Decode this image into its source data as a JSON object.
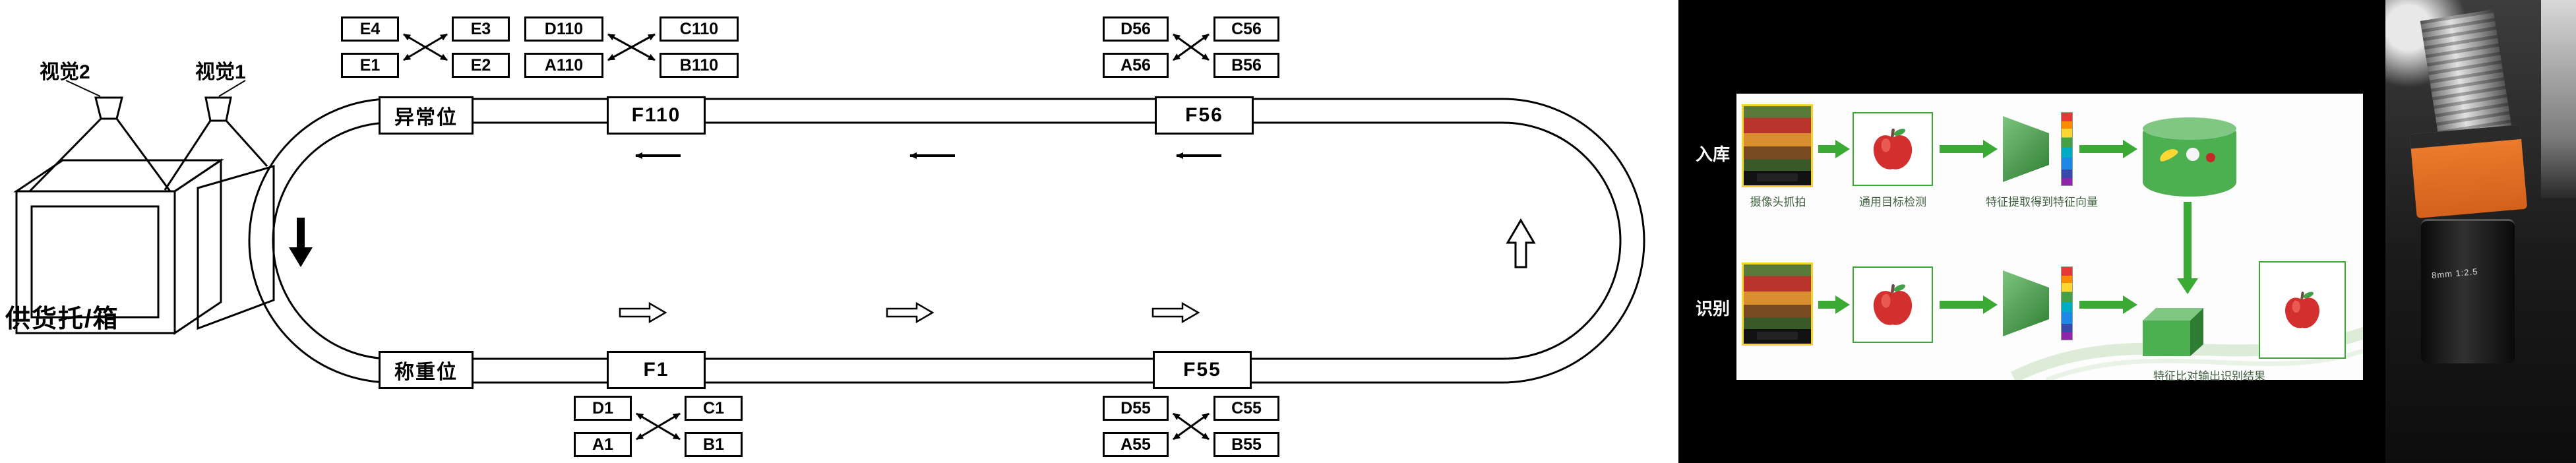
{
  "diagram": {
    "vision2_label": "视觉2",
    "vision1_label": "视觉1",
    "supply_label": "供货托/箱",
    "stations": [
      {
        "label": "异常位"
      },
      {
        "label": "F110"
      },
      {
        "label": "F56"
      },
      {
        "label": "称重位"
      },
      {
        "label": "F1"
      },
      {
        "label": "F55"
      }
    ],
    "clusters": [
      {
        "cells": [
          "E4",
          "E3",
          "E1",
          "E2"
        ]
      },
      {
        "cells": [
          "D110",
          "C110",
          "A110",
          "B110"
        ]
      },
      {
        "cells": [
          "D56",
          "C56",
          "A56",
          "B56"
        ]
      },
      {
        "cells": [
          "D1",
          "C1",
          "A1",
          "B1"
        ]
      },
      {
        "cells": [
          "D55",
          "C55",
          "A55",
          "B55"
        ]
      }
    ]
  },
  "panel": {
    "row1_label": "入库",
    "row2_label": "识别",
    "caption_camera": "摄像头抓拍",
    "caption_detection": "通用目标检测",
    "caption_feature": "特征提取得到特征向量",
    "caption_result": "特征比对输出识别结果",
    "accent_green": "#3aaa35"
  },
  "photo": {
    "lens_marking": "8mm 1:2.5"
  }
}
